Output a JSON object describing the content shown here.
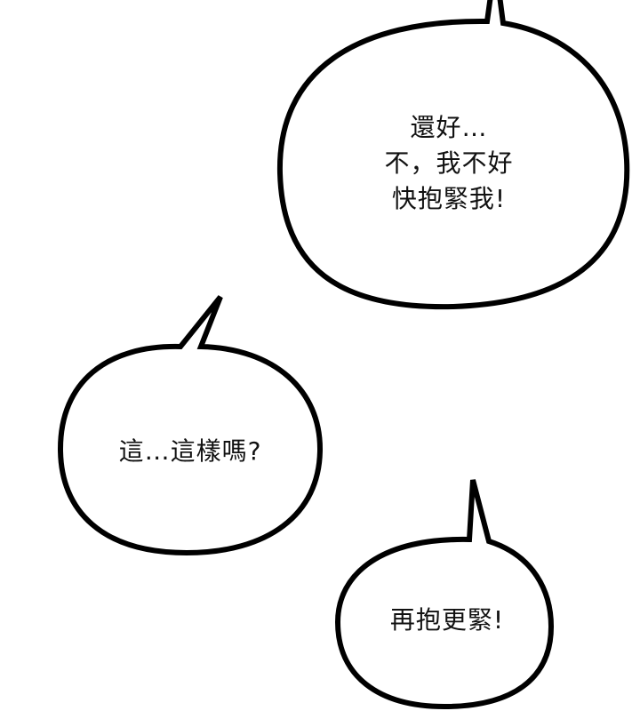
{
  "panel": {
    "background_color": "#ffffff",
    "outline_color": "#000000",
    "text_color": "#111111"
  },
  "bubbles": [
    {
      "id": "top-right",
      "lines": [
        "還好…",
        "不，我不好",
        "快抱緊我!"
      ]
    },
    {
      "id": "middle-left",
      "lines": [
        "這…這樣嗎?"
      ]
    },
    {
      "id": "bottom-right",
      "lines": [
        "再抱更緊!"
      ]
    }
  ]
}
